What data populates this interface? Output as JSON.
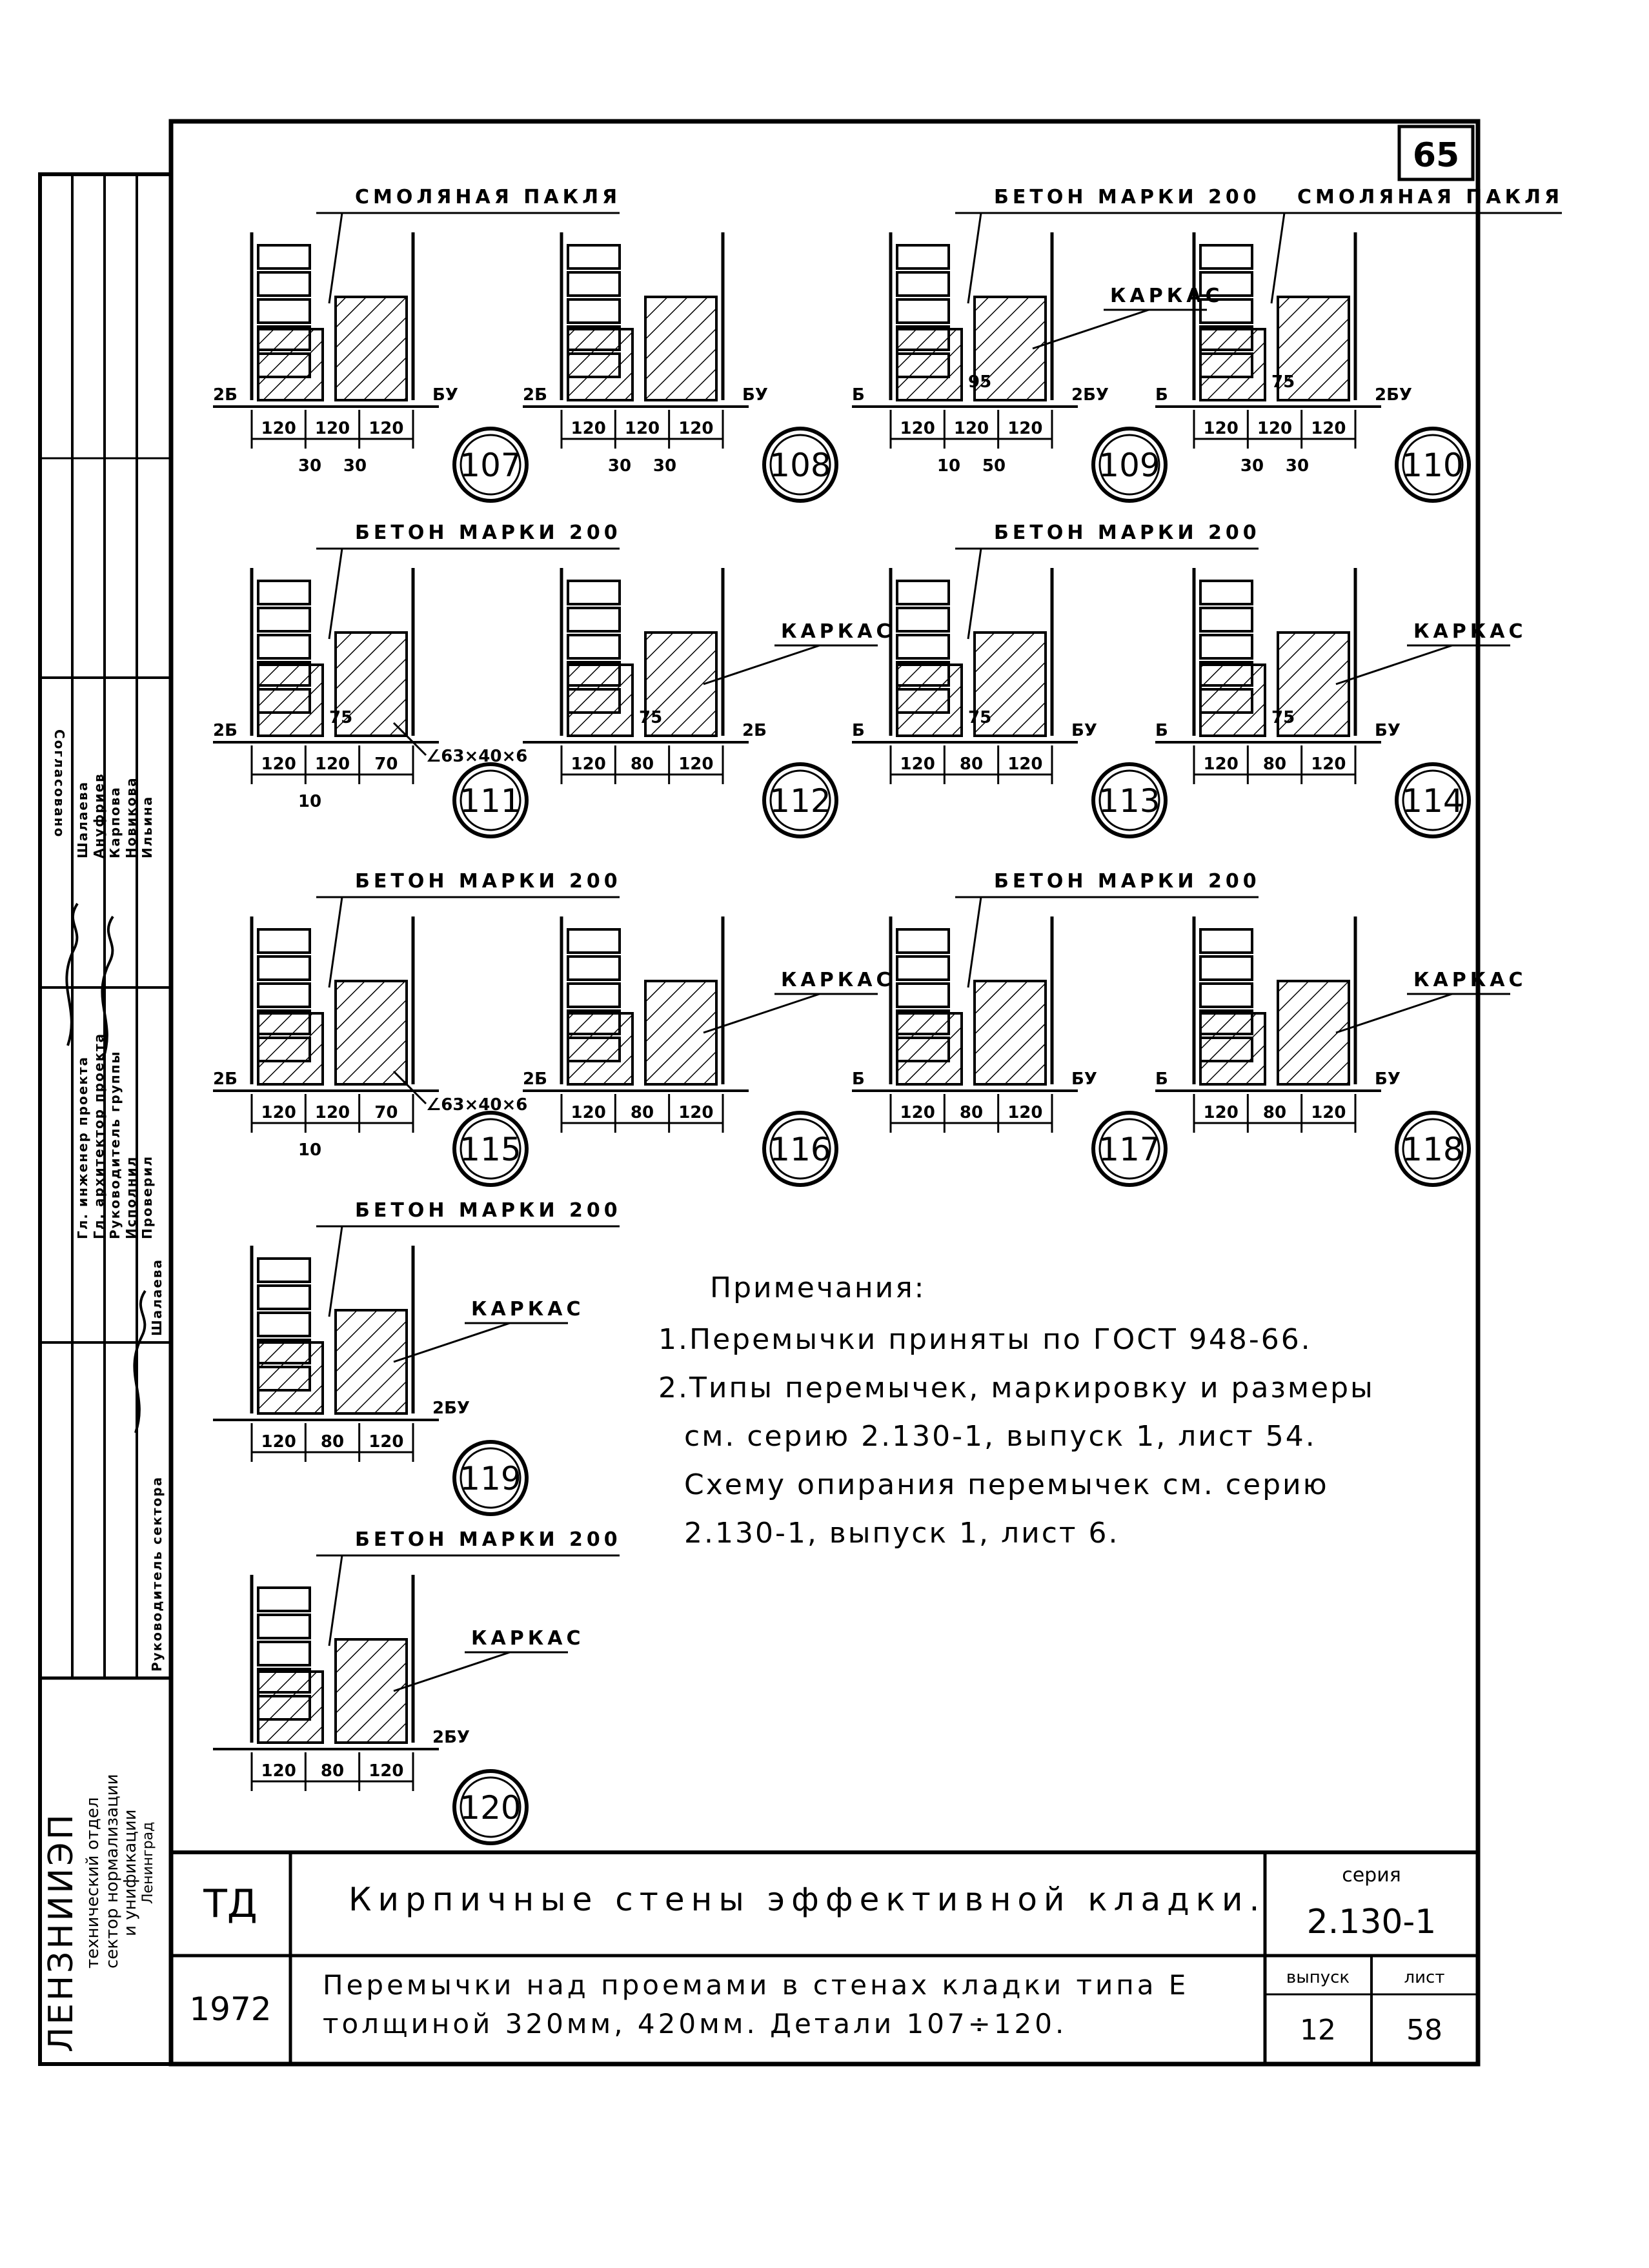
{
  "sheet_number": "65",
  "details": [
    {
      "num": "107",
      "top_label": "СМОЛЯНАЯ ПАКЛЯ",
      "left_mark": "2Б",
      "right_mark": "БУ",
      "dims": [
        "120",
        "120",
        "120"
      ],
      "subdims": [
        "30",
        "30"
      ]
    },
    {
      "num": "108",
      "top_label": "",
      "left_mark": "2Б",
      "right_mark": "БУ",
      "dims": [
        "120",
        "120",
        "120"
      ],
      "subdims": [
        "30",
        "30"
      ]
    },
    {
      "num": "109",
      "top_label": "БЕТОН МАРКИ 200",
      "side_label": "КАРКАС",
      "left_mark": "Б",
      "right_mark": "2БУ",
      "dims": [
        "120",
        "120",
        "120"
      ],
      "subdims": [
        "10",
        "50"
      ],
      "h": "95"
    },
    {
      "num": "110",
      "top_label": "СМОЛЯНАЯ ПАКЛЯ",
      "left_mark": "Б",
      "right_mark": "2БУ",
      "dims": [
        "120",
        "120",
        "120"
      ],
      "subdims": [
        "30",
        "30"
      ],
      "h": "75"
    },
    {
      "num": "111",
      "top_label": "БЕТОН МАРКИ 200",
      "left_mark": "2Б",
      "right_mark": "",
      "dims": [
        "120",
        "120",
        "70"
      ],
      "subdims": [
        "10"
      ],
      "h": "75",
      "angle": "∠63×40×6"
    },
    {
      "num": "112",
      "top_label": "",
      "side_label": "КАРКАС",
      "left_mark": "",
      "right_mark": "2Б",
      "dims": [
        "120",
        "80",
        "120"
      ],
      "h": "75"
    },
    {
      "num": "113",
      "top_label": "БЕТОН МАРКИ 200",
      "side_label": "",
      "left_mark": "Б",
      "right_mark": "БУ",
      "dims": [
        "120",
        "80",
        "120"
      ],
      "h": "75"
    },
    {
      "num": "114",
      "top_label": "",
      "side_label": "КАРКАС",
      "left_mark": "Б",
      "right_mark": "БУ",
      "dims": [
        "120",
        "80",
        "120"
      ],
      "h": "75"
    },
    {
      "num": "115",
      "top_label": "БЕТОН МАРКИ 200",
      "left_mark": "2Б",
      "right_mark": "",
      "dims": [
        "120",
        "120",
        "70"
      ],
      "subdims": [
        "10"
      ],
      "angle": "∠63×40×6"
    },
    {
      "num": "116",
      "top_label": "",
      "side_label": "КАРКАС",
      "left_mark": "2Б",
      "right_mark": "",
      "dims": [
        "120",
        "80",
        "120"
      ]
    },
    {
      "num": "117",
      "top_label": "БЕТОН МАРКИ 200",
      "left_mark": "Б",
      "right_mark": "БУ",
      "dims": [
        "120",
        "80",
        "120"
      ]
    },
    {
      "num": "118",
      "top_label": "",
      "side_label": "КАРКАС",
      "left_mark": "Б",
      "right_mark": "БУ",
      "dims": [
        "120",
        "80",
        "120"
      ]
    },
    {
      "num": "119",
      "top_label": "БЕТОН МАРКИ 200",
      "side_label": "КАРКАС",
      "left_mark": "",
      "right_mark": "2БУ",
      "dims": [
        "120",
        "80",
        "120"
      ]
    },
    {
      "num": "120",
      "top_label": "БЕТОН МАРКИ 200",
      "side_label": "КАРКАС",
      "left_mark": "",
      "right_mark": "2БУ",
      "dims": [
        "120",
        "80",
        "120"
      ]
    }
  ],
  "notes": {
    "title": "Примечания:",
    "lines": [
      "1.Перемычки приняты по ГОСТ 948-66.",
      "2.Типы перемычек, маркировку и размеры",
      "см. серию 2.130-1, выпуск 1, лист 54.",
      "Схему опирания перемычек см. серию",
      "2.130-1, выпуск 1, лист 6."
    ]
  },
  "title_block": {
    "code": "ТД",
    "year": "1972",
    "title_line1": "Кирпичные стены эффективной кладки.",
    "title_line2": "Перемычки над проемами в стенах кладки типа Е",
    "title_line3": "толщиной 320мм, 420мм. Детали 107÷120.",
    "series_label": "серия",
    "series_value": "2.130-1",
    "issue_label": "выпуск",
    "issue_value": "12",
    "sheet_label": "лист",
    "sheet_value": "58"
  },
  "side_block": {
    "org_name": "ЛЕНЗНИИЭП",
    "org_dept1": "технический отдел",
    "org_dept2": "сектор нормализации",
    "org_dept3": "и унификации",
    "org_city": "Ленинград",
    "roles": [
      "Гл. инженер проекта",
      "Гл. архитектор проекта",
      "Руководитель группы",
      "Исполнил",
      "Проверил"
    ],
    "names": [
      "Шалаева",
      "Ануфриев",
      "Карпова",
      "Новикова",
      "Ильина"
    ],
    "approved_label": "Согласовано",
    "sector_head_label": "Руководитель сектора",
    "sector_head_name": "Шалаева"
  }
}
